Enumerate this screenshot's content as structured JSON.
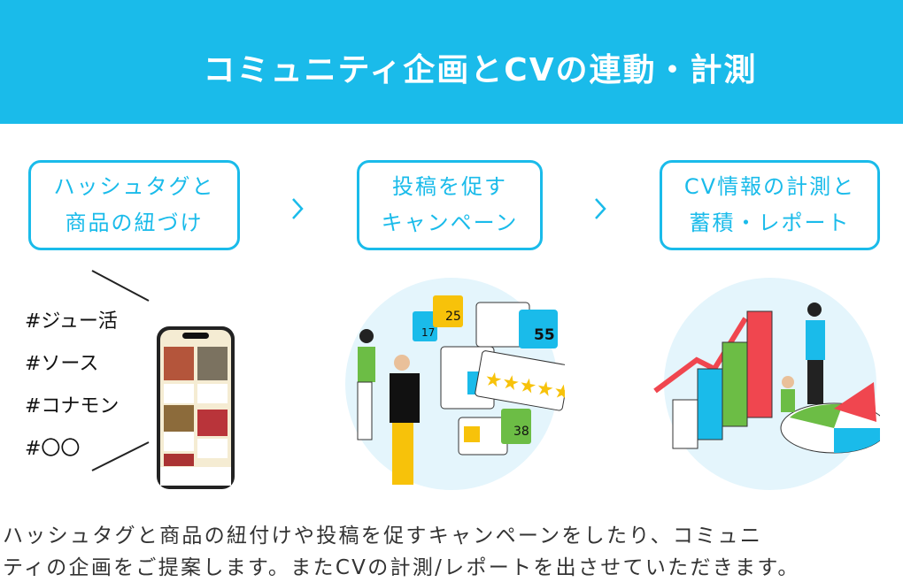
{
  "header": {
    "title": "コミュニティ企画とCVの連動・計測"
  },
  "steps": [
    {
      "line1": "ハッシュタグと",
      "line2": "商品の紐づけ"
    },
    {
      "line1": "投稿を促す",
      "line2": "キャンペーン"
    },
    {
      "line1": "CV情報の計測と",
      "line2": "蓄積・レポート"
    }
  ],
  "hashtags": [
    "#ジュー活",
    "#ソース",
    "#コナモン",
    "#〇〇"
  ],
  "campaign_badges": {
    "likes_small": "17",
    "users": "25",
    "likes": "55",
    "comments": "38"
  },
  "description": {
    "line1": "ハッシュタグと商品の紐付けや投稿を促すキャンペーンをしたり、コミュニ",
    "line2": "ティの企画をご提案します。またCVの計測/レポートを出させていただきます。"
  },
  "colors": {
    "brand": "#1abbea",
    "yellow": "#f7c20a",
    "green": "#6cbd45",
    "red": "#f0464f"
  }
}
